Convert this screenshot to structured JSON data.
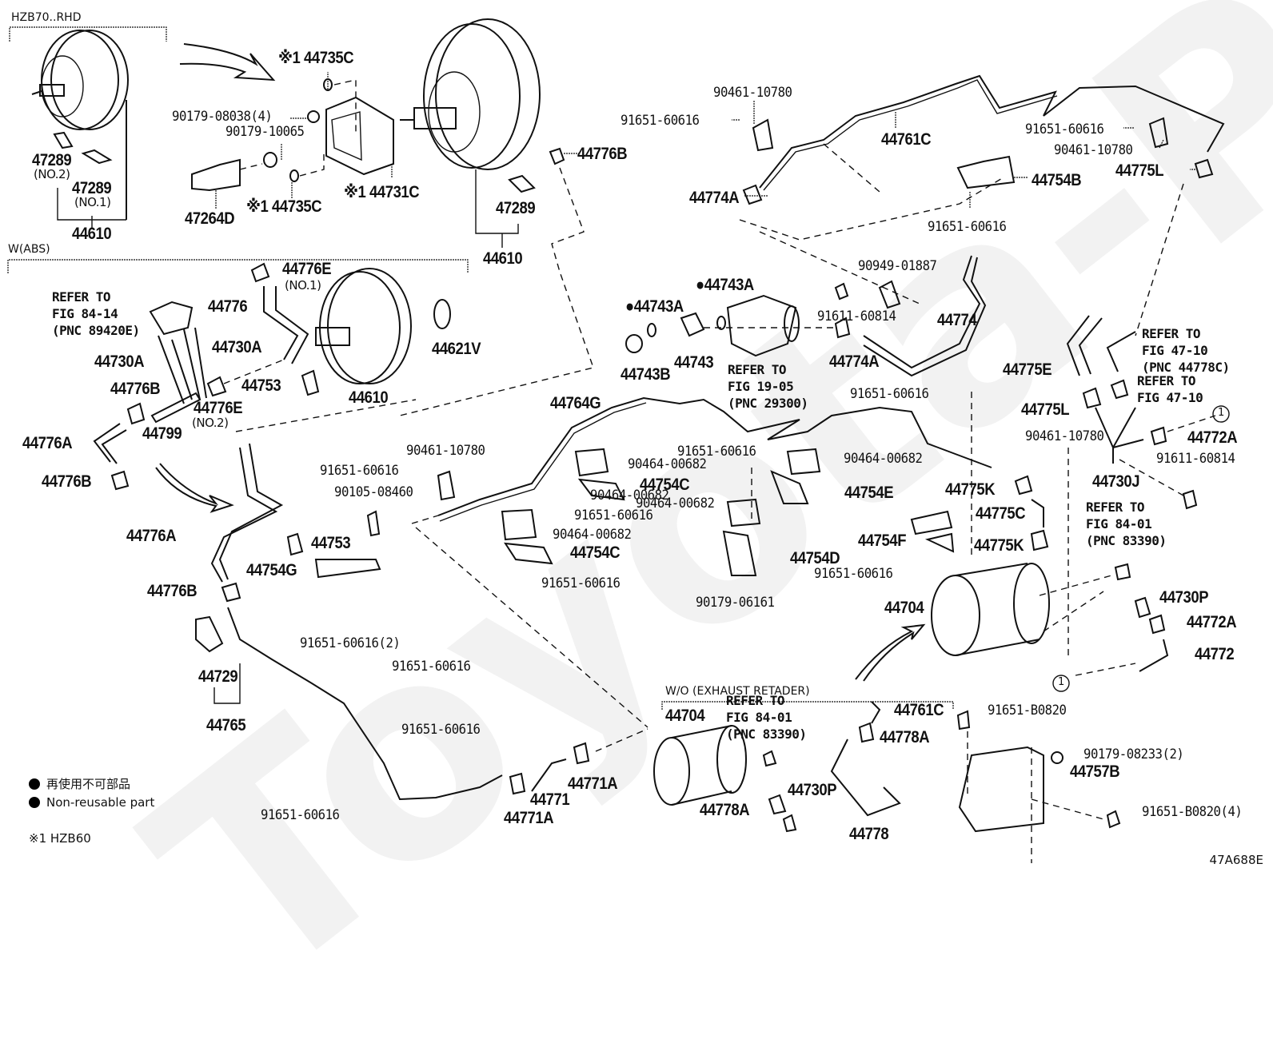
{
  "diagram": {
    "watermark": "Toyota-Part.ru",
    "figure_code": "47A688E",
    "groups": {
      "hzb70": "HZB70..RHD",
      "abs": "W(ABS)",
      "exhaust": "W/O (EXHAUST RETADER)"
    },
    "legend": {
      "jp": "再使用不可部品",
      "en": "Non-reusable part",
      "note": "※1 HZB60"
    },
    "labels": [
      {
        "id": "l1",
        "text": "47289"
      },
      {
        "id": "l2",
        "text": "(NO.2)"
      },
      {
        "id": "l3",
        "text": "47289"
      },
      {
        "id": "l4",
        "text": "(NO.1)"
      },
      {
        "id": "l5",
        "text": "44610"
      },
      {
        "id": "l6",
        "text": "※1 44735C"
      },
      {
        "id": "l7",
        "text": "90179-08038(4)"
      },
      {
        "id": "l8",
        "text": "90179-10065"
      },
      {
        "id": "l9",
        "text": "47264D"
      },
      {
        "id": "l10",
        "text": "※1 44735C"
      },
      {
        "id": "l11",
        "text": "※1 44731C"
      },
      {
        "id": "l12",
        "text": "44776B"
      },
      {
        "id": "l13",
        "text": "47289"
      },
      {
        "id": "l14",
        "text": "44610"
      },
      {
        "id": "l15",
        "text": "90461-10780"
      },
      {
        "id": "l16",
        "text": "91651-60616"
      },
      {
        "id": "l17",
        "text": "44761C"
      },
      {
        "id": "l18",
        "text": "91651-60616"
      },
      {
        "id": "l19",
        "text": "90461-10780"
      },
      {
        "id": "l20",
        "text": "44775L"
      },
      {
        "id": "l21",
        "text": "44754B"
      },
      {
        "id": "l22",
        "text": "44774A"
      },
      {
        "id": "l23",
        "text": "91651-60616"
      },
      {
        "id": "l24",
        "text": "44776E"
      },
      {
        "id": "l25",
        "text": "(NO.1)"
      },
      {
        "id": "l26",
        "text": "44776"
      },
      {
        "id": "l27",
        "text": "44730A"
      },
      {
        "id": "l28",
        "text": "44730A"
      },
      {
        "id": "l29",
        "text": "44776B"
      },
      {
        "id": "l30",
        "text": "44753"
      },
      {
        "id": "l31",
        "text": "44776E"
      },
      {
        "id": "l32",
        "text": "(NO.2)"
      },
      {
        "id": "l33",
        "text": "44799"
      },
      {
        "id": "l34",
        "text": "44610"
      },
      {
        "id": "l35",
        "text": "44621V"
      },
      {
        "id": "l36",
        "text": "44776A"
      },
      {
        "id": "l37",
        "text": "44776B"
      },
      {
        "id": "l38",
        "text": "90949-01887"
      },
      {
        "id": "l39",
        "text": "●44743A"
      },
      {
        "id": "l40",
        "text": "●44743A"
      },
      {
        "id": "l41",
        "text": "91611-60814"
      },
      {
        "id": "l42",
        "text": "44774"
      },
      {
        "id": "l43",
        "text": "44743B"
      },
      {
        "id": "l44",
        "text": "44743"
      },
      {
        "id": "l45",
        "text": "44774A"
      },
      {
        "id": "l46",
        "text": "44775E"
      },
      {
        "id": "l47",
        "text": "91651-60616"
      },
      {
        "id": "l48",
        "text": "44764G"
      },
      {
        "id": "l49",
        "text": "44775L"
      },
      {
        "id": "l50",
        "text": "90461-10780"
      },
      {
        "id": "l51",
        "text": "44772A"
      },
      {
        "id": "l52",
        "text": "90461-10780"
      },
      {
        "id": "l53",
        "text": "91651-60616"
      },
      {
        "id": "l54",
        "text": "91651-60616"
      },
      {
        "id": "l55",
        "text": "90464-00682"
      },
      {
        "id": "l56",
        "text": "90464-00682"
      },
      {
        "id": "l57",
        "text": "90105-08460"
      },
      {
        "id": "l58",
        "text": "44754C"
      },
      {
        "id": "l59",
        "text": "44754E"
      },
      {
        "id": "l60",
        "text": "44730J"
      },
      {
        "id": "l61",
        "text": "91611-60814"
      },
      {
        "id": "l62",
        "text": "44775K"
      },
      {
        "id": "l63",
        "text": "90464-00682"
      },
      {
        "id": "l64",
        "text": "91651-60616"
      },
      {
        "id": "l65",
        "text": "90464-00682"
      },
      {
        "id": "l66",
        "text": "44775C"
      },
      {
        "id": "l67",
        "text": "44776A"
      },
      {
        "id": "l68",
        "text": "44753"
      },
      {
        "id": "l69",
        "text": "44754C"
      },
      {
        "id": "l70",
        "text": "90464-00682"
      },
      {
        "id": "l71",
        "text": "44754F"
      },
      {
        "id": "l72",
        "text": "44775K"
      },
      {
        "id": "l73",
        "text": "44754G"
      },
      {
        "id": "l74",
        "text": "91651-60616"
      },
      {
        "id": "l75",
        "text": "44754D"
      },
      {
        "id": "l76",
        "text": "91651-60616"
      },
      {
        "id": "l77",
        "text": "44776B"
      },
      {
        "id": "l78",
        "text": "90179-06161"
      },
      {
        "id": "l79",
        "text": "44704"
      },
      {
        "id": "l80",
        "text": "44730P"
      },
      {
        "id": "l81",
        "text": "91651-60616(2)"
      },
      {
        "id": "l82",
        "text": "44772A"
      },
      {
        "id": "l83",
        "text": "44729"
      },
      {
        "id": "l84",
        "text": "91651-60616"
      },
      {
        "id": "l85",
        "text": "44772"
      },
      {
        "id": "l86",
        "text": "44765"
      },
      {
        "id": "l87",
        "text": "44761C"
      },
      {
        "id": "l88",
        "text": "91651-B0820"
      },
      {
        "id": "l89",
        "text": "44704"
      },
      {
        "id": "l90",
        "text": "44778A"
      },
      {
        "id": "l91",
        "text": "91651-60616"
      },
      {
        "id": "l92",
        "text": "90179-08233(2)"
      },
      {
        "id": "l93",
        "text": "44757B"
      },
      {
        "id": "l94",
        "text": "44771A"
      },
      {
        "id": "l95",
        "text": "44771"
      },
      {
        "id": "l96",
        "text": "44730P"
      },
      {
        "id": "l97",
        "text": "91651-60616"
      },
      {
        "id": "l98",
        "text": "44771A"
      },
      {
        "id": "l99",
        "text": "44778A"
      },
      {
        "id": "l100",
        "text": "91651-B0820(4)"
      },
      {
        "id": "l101",
        "text": "44778"
      }
    ],
    "references": [
      {
        "id": "r1",
        "text": "REFER TO\nFIG 84-14\n(PNC 89420E)"
      },
      {
        "id": "r2",
        "text": "REFER TO\nFIG 19-05\n(PNC 29300)"
      },
      {
        "id": "r3",
        "text": "REFER TO\nFIG 47-10\n(PNC 44778C)"
      },
      {
        "id": "r4",
        "text": "REFER TO\nFIG 47-10"
      },
      {
        "id": "r5",
        "text": "REFER TO\nFIG 84-01\n(PNC 83390)"
      },
      {
        "id": "r6",
        "text": "REFER TO\nFIG 84-01\n(PNC 83390)"
      }
    ],
    "callout_marker": "1"
  }
}
